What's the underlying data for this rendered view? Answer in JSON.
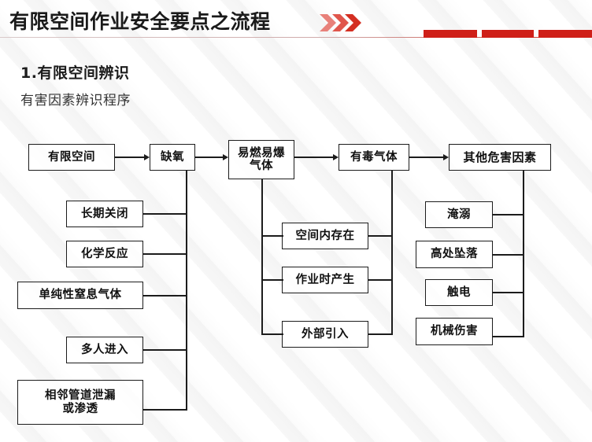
{
  "header": {
    "title": "有限空间作业安全要点之流程",
    "chevron_icon": "double-chevron-right-icon",
    "accent_color": "#cf1f18",
    "rule_color": "#d03020",
    "bars": [
      {
        "label": "red-bar-1"
      },
      {
        "label": "red-bar-2"
      },
      {
        "label": "red-bar-3"
      }
    ]
  },
  "section": {
    "number_title": "1.有限空间辨识",
    "subtitle": "有害因素辨识程序"
  },
  "flowchart": {
    "top_row": [
      {
        "id": "confined-space",
        "label": "有限空间"
      },
      {
        "id": "oxygen-deficiency",
        "label": "缺氧"
      },
      {
        "id": "flammable-explosive-gas",
        "label": "易燃易爆\n气体"
      },
      {
        "id": "toxic-gas",
        "label": "有毒气体"
      },
      {
        "id": "other-hazards",
        "label": "其他危害因素"
      }
    ],
    "oxygen_causes": [
      {
        "id": "long-term-closure",
        "label": "长期关闭"
      },
      {
        "id": "chemical-reaction",
        "label": "化学反应"
      },
      {
        "id": "simple-asphyxiant-gas",
        "label": "单纯性窒息气体"
      },
      {
        "id": "multiple-people-entry",
        "label": "多人进入"
      },
      {
        "id": "adjacent-pipe-leak",
        "label": "相邻管道泄漏\n或渗透"
      }
    ],
    "gas_sources": [
      {
        "id": "existing-in-space",
        "label": "空间内存在"
      },
      {
        "id": "generated-during-work",
        "label": "作业时产生"
      },
      {
        "id": "introduced-externally",
        "label": "外部引入"
      }
    ],
    "other_hazard_items": [
      {
        "id": "drowning",
        "label": "淹溺"
      },
      {
        "id": "fall-from-height",
        "label": "高处坠落"
      },
      {
        "id": "electric-shock",
        "label": "触电"
      },
      {
        "id": "mechanical-injury",
        "label": "机械伤害"
      }
    ]
  }
}
